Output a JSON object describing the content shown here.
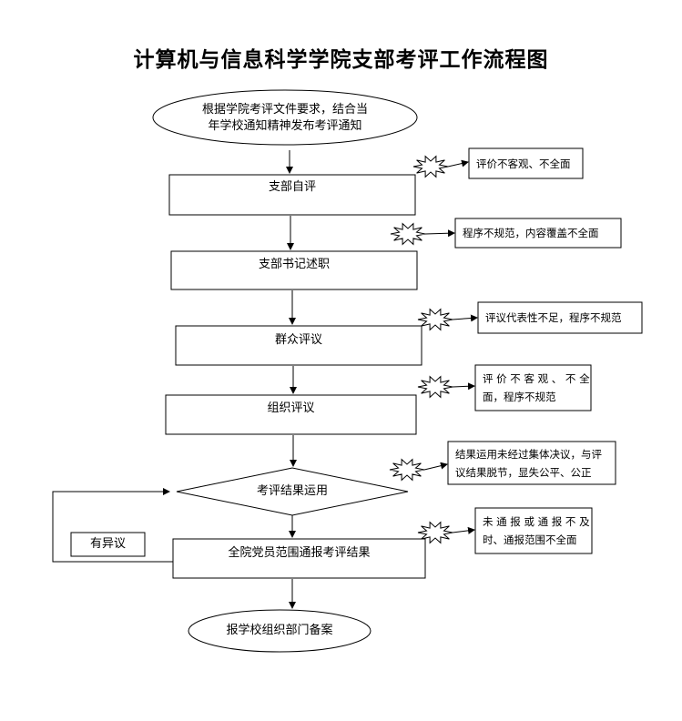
{
  "title": "计算机与信息科学学院支部考评工作流程图",
  "start": {
    "line1": "根据学院考评文件要求，结合当",
    "line2": "年学校通知精神发布考评通知"
  },
  "steps": {
    "s1": "支部自评",
    "s2": "支部书记述职",
    "s3": "群众评议",
    "s4": "组织评议",
    "decision": "考评结果运用",
    "s6": "全院党员范围通报考评结果",
    "end": "报学校组织部门备案"
  },
  "objection": "有异议",
  "risks": {
    "r1": "评价不客观、不全面",
    "r2": "程序不规范，内容覆盖不全面",
    "r3": "评议代表性不足，程序不规范",
    "r4_line1": "评 价 不 客 观 、 不 全",
    "r4_line2": "面，程序不规范",
    "r5_line1": "结果运用未经过集体决议，与评",
    "r5_line2": "议结果脱节，显失公平、公正",
    "r6_line1": "未 通 报 或 通 报 不 及",
    "r6_line2": "时、通报范围不全面"
  }
}
